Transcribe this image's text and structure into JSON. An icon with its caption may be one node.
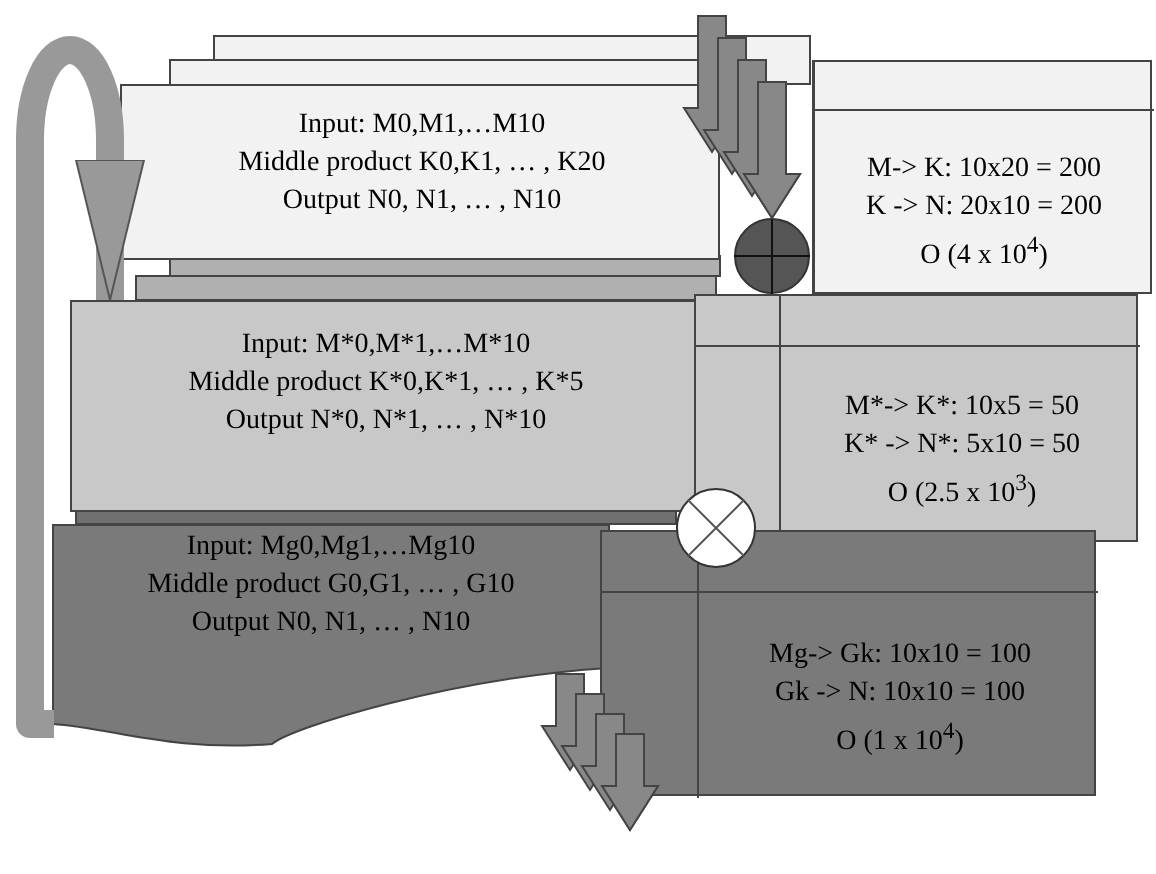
{
  "diagram": {
    "nodes": [
      {
        "text": [
          "Input: M0,M1,…M10",
          "Middle product K0,K1, … , K20",
          "Output N0, N1, … , N10"
        ]
      },
      {
        "text": [
          "M-> K: 10x20 = 200",
          "K -> N: 20x10 = 200",
          "O (4 x 10$^{4}$)"
        ]
      },
      {
        "text": [
          "Input: M*0,M*1,…M*10",
          "Middle product K*0,K*1, … , K*5",
          "Output N*0, N*1, … , N*10"
        ]
      },
      {
        "text": [
          "M*-> K*: 10x5 = 50",
          "K* -> N*: 5x10 = 50",
          "O (2.5 x 10$^{3}$)"
        ]
      },
      {
        "text": [
          "Input: Mg0,Mg1,…Mg10",
          "Middle product G0,G1, … , G10",
          "Output N0, N1, … , N10"
        ]
      },
      {
        "text": [
          "Mg-> Gk: 10x10 = 100",
          "Gk -> N: 10x10 = 100",
          "O (1 x 10$^{4}$)"
        ]
      },
      {
        "text": [],
        "shape": "circle"
      },
      {
        "text": [],
        "shape": "circle"
      }
    ],
    "edges": [
      {
        "from": 4,
        "to": 2,
        "arrow": "to"
      },
      {
        "from": null,
        "to": 6,
        "arrow": "to"
      },
      {
        "from": 4,
        "to": null,
        "arrow": "to"
      }
    ]
  }
}
